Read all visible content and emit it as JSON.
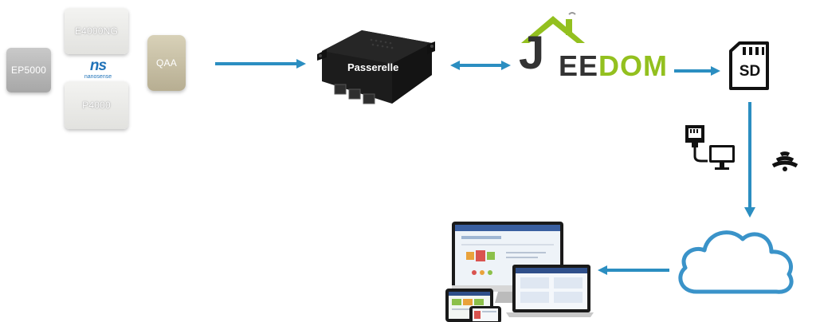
{
  "sensors": {
    "ep5000": "EP5000",
    "e4000ng": "E4000NG",
    "p4000": "P4000",
    "qaa": "QAA"
  },
  "brand": {
    "logo_mark": "ns",
    "logo_text": "nanosense"
  },
  "gateway": {
    "label": "Passerelle"
  },
  "jeedom": {
    "letter_j": "J",
    "text_ee": "EE",
    "text_dom": "DOM"
  },
  "sd_card": {
    "label": "SD"
  },
  "colors": {
    "arrow": "#2b8ec1",
    "cloud": "#3a93c9",
    "jeedom_green": "#93c01f",
    "jeedom_dark": "#333333"
  },
  "icons": [
    "ethernet-icon",
    "monitor-icon",
    "wifi-icon",
    "cloud-icon",
    "devices-icon"
  ]
}
